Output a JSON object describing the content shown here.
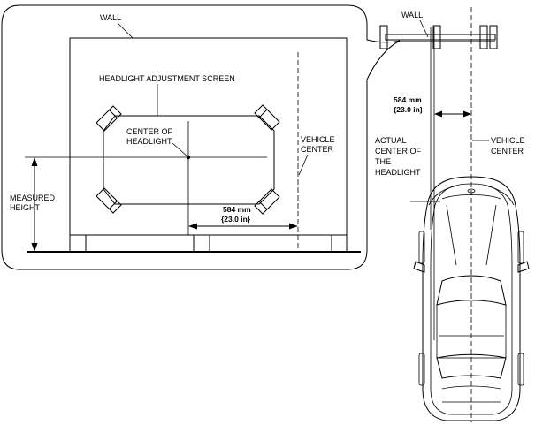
{
  "labels": {
    "wall_main": "WALL",
    "screen": "HEADLIGHT ADJUSTMENT SCREEN",
    "center_of_headlight_1": "CENTER OF",
    "center_of_headlight_2": "HEADLIGHT",
    "vehicle_center_main_1": "VEHICLE",
    "vehicle_center_main_2": "CENTER",
    "measured_height_1": "MEASURED",
    "measured_height_2": "HEIGHT",
    "dim_mm_main": "584 mm",
    "dim_in_main": "{23.0 in}",
    "wall_top": "WALL",
    "dim_mm_top": "584 mm",
    "dim_in_top": "{23.0 in}",
    "actual_center_1": "ACTUAL",
    "actual_center_2": "CENTER OF",
    "actual_center_3": "THE",
    "actual_center_4": "HEADLIGHT",
    "vehicle_center_side_1": "VEHICLE",
    "vehicle_center_side_2": "CENTER"
  }
}
